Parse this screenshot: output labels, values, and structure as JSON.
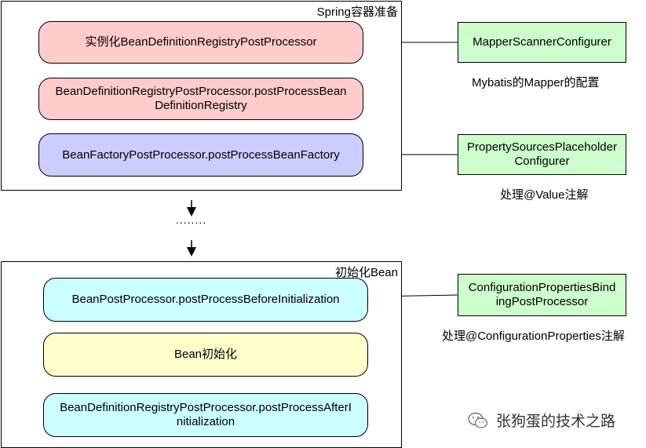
{
  "groups": {
    "spring": "Spring容器准备",
    "init": "初始化Bean"
  },
  "nodes": {
    "instantiate": "实例化BeanDefinitionRegistryPostProcessor",
    "registry_line1": "BeanDefinitionRegistryPostProcessor.postProcessBean",
    "registry_line2": "DefinitionRegistry",
    "bean_factory": "BeanFactoryPostProcessor.postProcessBeanFactory",
    "before_init": "BeanPostProcessor.postProcessBeforeInitialization",
    "bean_init": "Bean初始化",
    "after_line1": "BeanDefinitionRegistryPostProcessor.postProcessAfterI",
    "after_line2": "nitialization"
  },
  "ellipsis": "........",
  "externals": {
    "mapper": "MapperScannerConfigurer",
    "property_line1": "PropertySourcesPlaceholder",
    "property_line2": "Configurer",
    "config_line1": "ConfigurationPropertiesBind",
    "config_line2": "ingPostProcessor"
  },
  "notes": {
    "mapper": "Mybatis的Mapper的配置",
    "property": "处理@Value注解",
    "config": "处理@ConfigurationProperties注解"
  },
  "watermark": "张狗蛋的技术之路",
  "colors": {
    "pink": "#ffcccc",
    "lavender": "#ccccff",
    "cyan": "#ccffff",
    "yellow": "#ffffcc",
    "green": "#ccffcc"
  }
}
